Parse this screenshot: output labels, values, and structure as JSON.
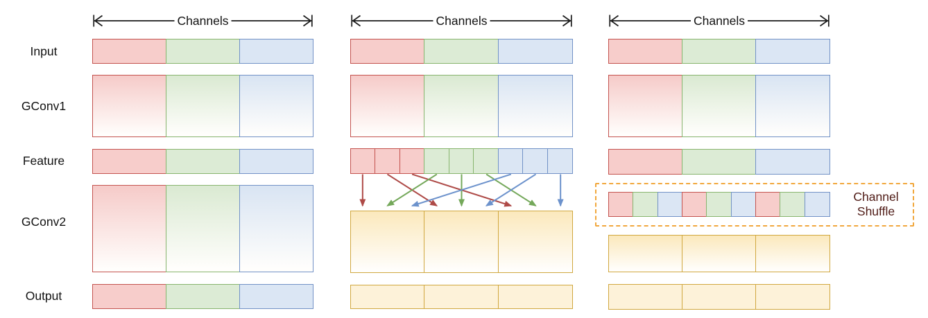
{
  "rows": {
    "input": "Input",
    "gconv1": "GConv1",
    "feature": "Feature",
    "gconv2": "GConv2",
    "output": "Output"
  },
  "channels_label": "Channels",
  "shuffle_label": {
    "line1": "Channel",
    "line2": "Shuffle"
  },
  "colors": {
    "red_fill": "#F7CDCB",
    "red_border": "#C3524E",
    "red_grad_top": "#F6CCCA",
    "green_fill": "#DCEBD5",
    "green_border": "#87B46D",
    "green_grad_top": "#DBEAD3",
    "blue_fill": "#DBE6F4",
    "blue_border": "#7191C6",
    "blue_grad_top": "#DAE5F3",
    "yellow_fill": "#FDF2D9",
    "yellow_border": "#D0A73E",
    "yellow_grad_top": "#FBE9BE",
    "gradient_bottom": "#FFFEFC",
    "dashed_border": "#F1A73C",
    "shuffle_text": "#4E1A15",
    "channels_arrow": "#1A1A1A",
    "arrow_red": "#AE4A47",
    "arrow_green": "#74A85A",
    "arrow_blue": "#6C92CC"
  },
  "panels": [
    {
      "name": "panel-group-conv-left"
    },
    {
      "name": "panel-shuffle-arrows-middle",
      "feature_cells": [
        "red",
        "red",
        "red",
        "green",
        "green",
        "green",
        "blue",
        "blue",
        "blue"
      ]
    },
    {
      "name": "panel-channel-shuffle-right",
      "shuffle_cells": [
        "red",
        "green",
        "blue",
        "red",
        "green",
        "blue",
        "red",
        "green",
        "blue"
      ]
    }
  ],
  "shuffle_map": [
    [
      0,
      0
    ],
    [
      1,
      3
    ],
    [
      2,
      6
    ],
    [
      3,
      1
    ],
    [
      4,
      4
    ],
    [
      5,
      7
    ],
    [
      6,
      2
    ],
    [
      7,
      5
    ],
    [
      8,
      8
    ]
  ],
  "group_count": 3,
  "channels_per_group": 3
}
